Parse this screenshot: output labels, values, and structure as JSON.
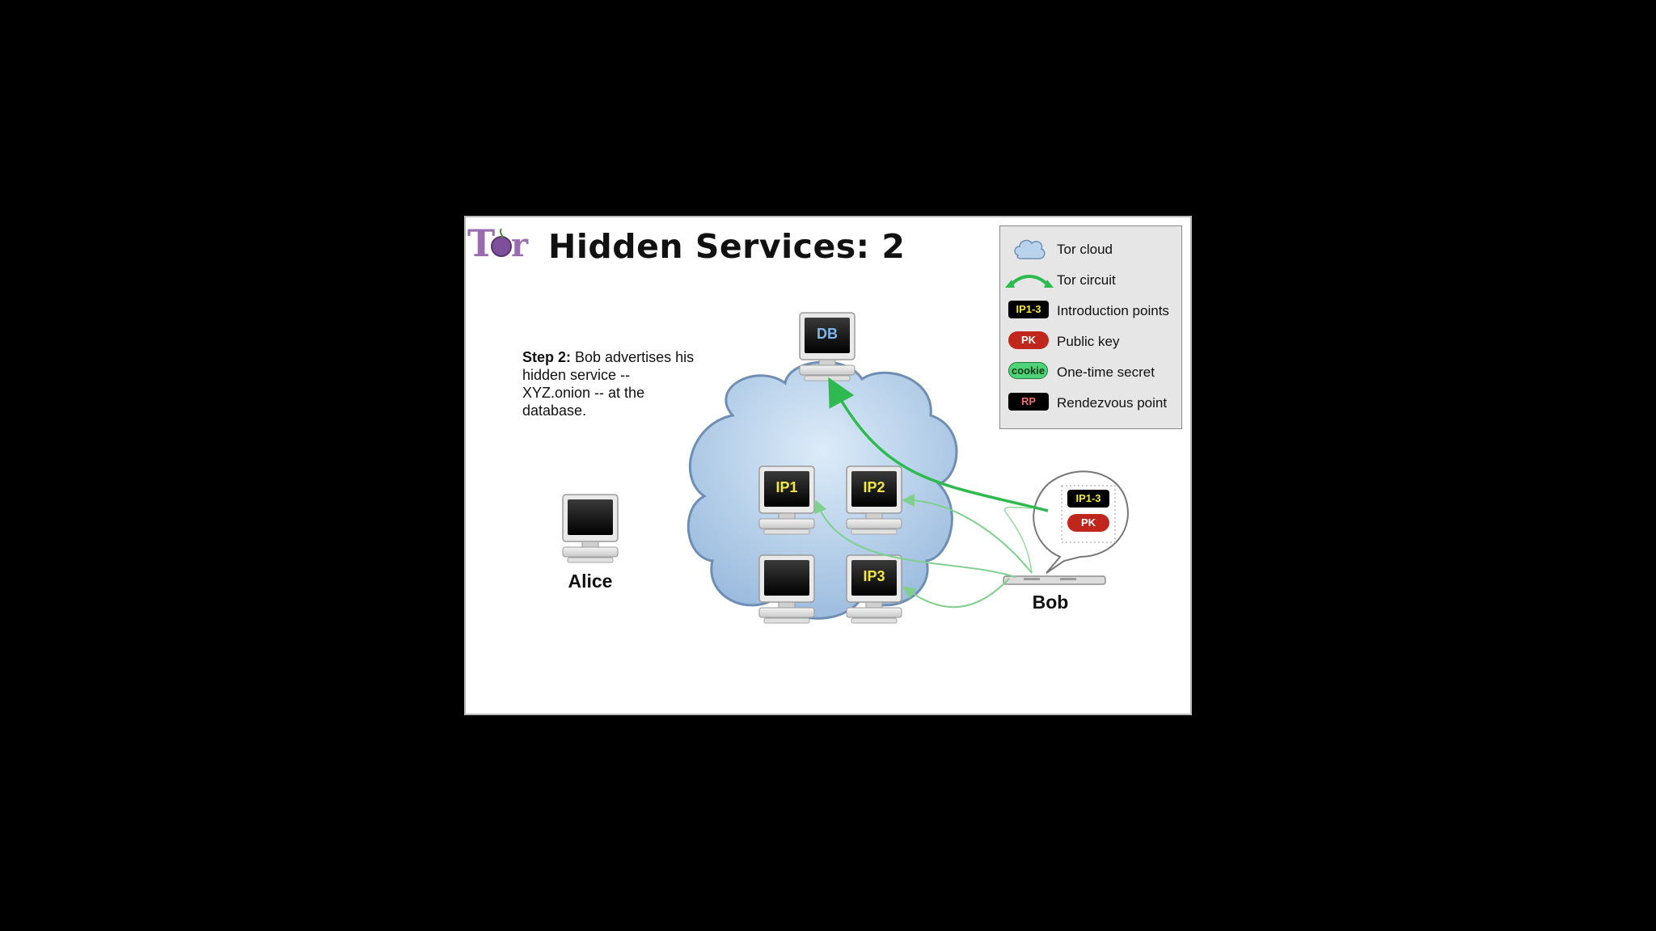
{
  "slide": {
    "title": "Hidden Services: 2",
    "step_heading": "Step 2:",
    "step_body": " Bob advertises his hidden service -- XYZ.onion -- at the database."
  },
  "nodes": {
    "db": "DB",
    "ip1": "IP1",
    "ip2": "IP2",
    "ip3": "IP3",
    "alice": "Alice",
    "bob": "Bob"
  },
  "speech_bubble": {
    "badge_ip": "IP1-3",
    "badge_pk": "PK"
  },
  "legend": {
    "items": [
      {
        "icon": "cloud-icon",
        "label": "Tor cloud"
      },
      {
        "icon": "circuit-arrow-icon",
        "label": "Tor circuit"
      },
      {
        "icon": "ip-badge",
        "badge": "IP1-3",
        "label": "Introduction points"
      },
      {
        "icon": "pk-badge",
        "badge": "PK",
        "label": "Public key"
      },
      {
        "icon": "cookie-badge",
        "badge": "cookie",
        "label": "One-time secret"
      },
      {
        "icon": "rp-badge",
        "badge": "RP",
        "label": "Rendezvous point"
      }
    ]
  },
  "colors": {
    "cloud_fill": "#b9d3ec",
    "circuit_green": "#2dba4e",
    "ip_text": "#f2e93c",
    "pk_red": "#c0261c",
    "cookie_green": "#4fd37a",
    "rp_text": "#f07070"
  }
}
